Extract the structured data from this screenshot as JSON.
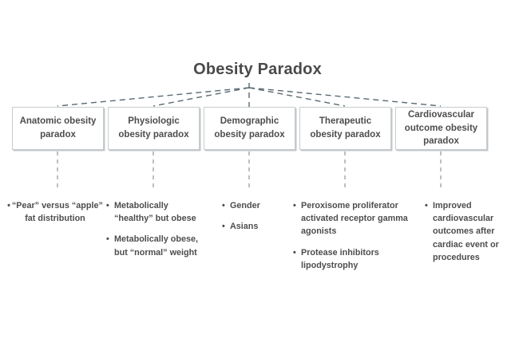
{
  "title": "Obesity Paradox",
  "theme": {
    "text_color": "#4d4d4d",
    "box_border": "#c8ccce",
    "connector_color": "#5a6a72",
    "background": "#ffffff"
  },
  "nodes": [
    {
      "id": "anatomic",
      "label": "Anatomic obesity paradox"
    },
    {
      "id": "physiologic",
      "label": "Physiologic obesity paradox"
    },
    {
      "id": "demographic",
      "label": "Demographic obesity paradox"
    },
    {
      "id": "therapeutic",
      "label": "Therapeutic obesity paradox"
    },
    {
      "id": "cardiovascular",
      "label": "Cardiovascular outcome obesity paradox"
    }
  ],
  "details": [
    {
      "id": "anatomic",
      "bullets": [
        "“Pear” versus “apple” fat distribution"
      ]
    },
    {
      "id": "physiologic",
      "bullets": [
        "Metabolically “healthy” but obese",
        "Metabolically obese, but “normal” weight"
      ]
    },
    {
      "id": "demographic",
      "bullets": [
        "Gender",
        "Asians"
      ]
    },
    {
      "id": "therapeutic",
      "bullets": [
        "Peroxisome proliferator activated receptor gamma agonists",
        "Protease inhibitors lipodystrophy"
      ]
    },
    {
      "id": "cardiovascular",
      "bullets": [
        "Improved cardiovascular outcomes after cardiac event or procedures"
      ]
    }
  ],
  "bullet_glyph": "•"
}
